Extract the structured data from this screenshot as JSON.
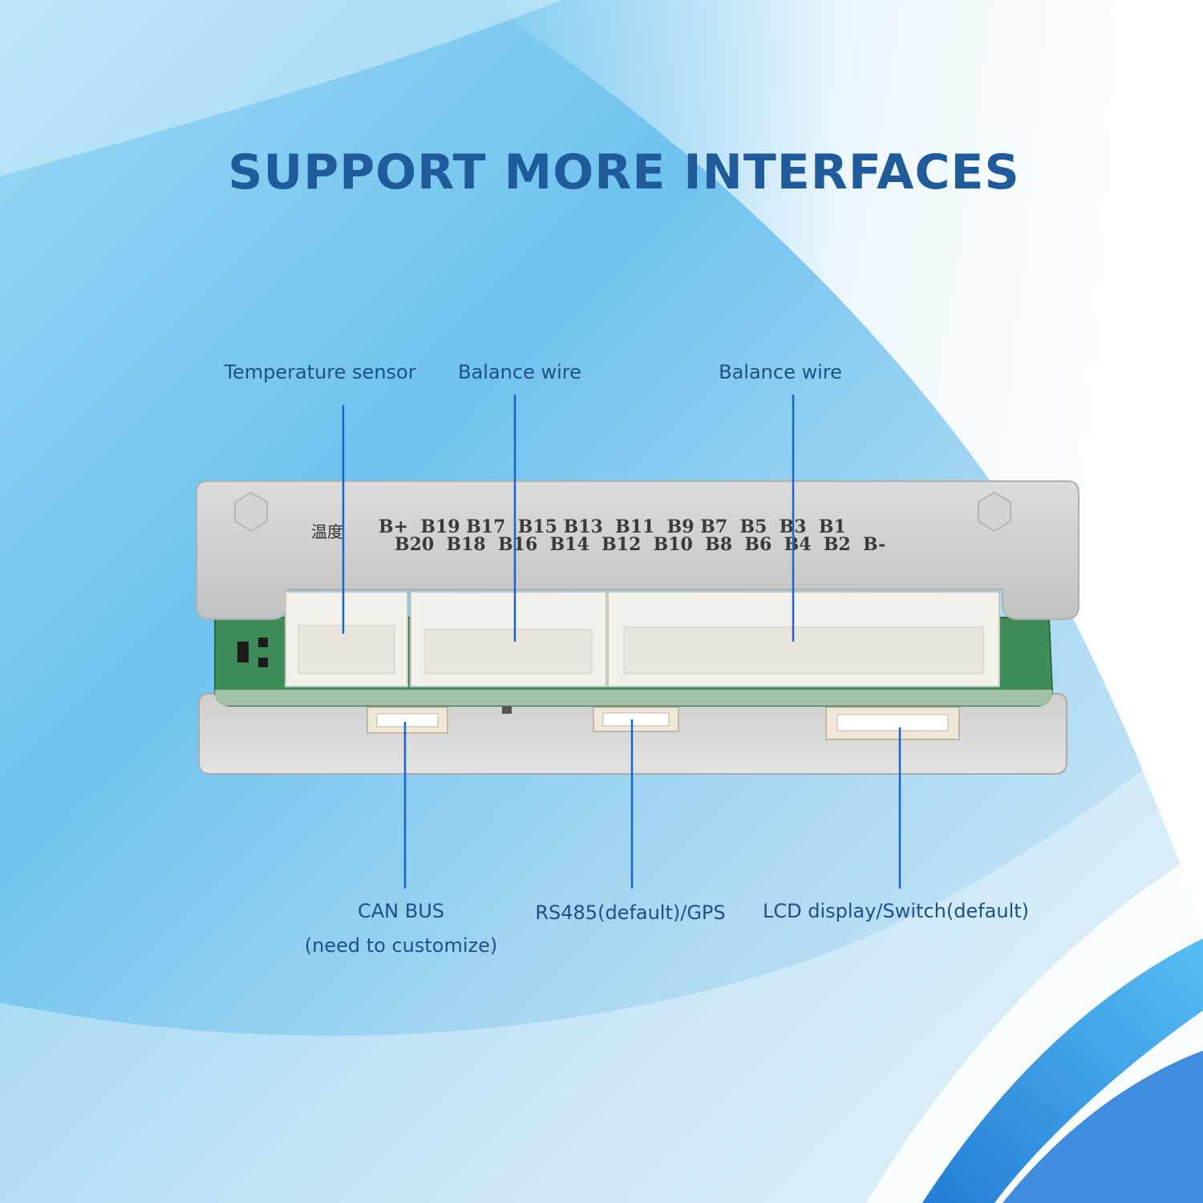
{
  "title": "SUPPORT MORE INTERFACES",
  "labels": {
    "temperature_sensor": "Temperature sensor",
    "balance_wire_1": "Balance wire",
    "balance_wire_2": "Balance wire",
    "can_bus_line1": "CAN BUS",
    "can_bus_line2": "(need to customize)",
    "rs485": "RS485(default)/GPS",
    "lcd": "LCD display/Switch(default)"
  },
  "board_print": {
    "cn_label": "温度",
    "row1": "B+  B19 B17  B15 B13  B11  B9 B7  B5  B3  B1",
    "row2": "B20  B18  B16  B14  B12  B10  B8  B6  B4  B2  B-"
  },
  "colors": {
    "title": "#1f5a9a",
    "label_text": "#1e4f86",
    "leader_line": "#1d64c8"
  }
}
